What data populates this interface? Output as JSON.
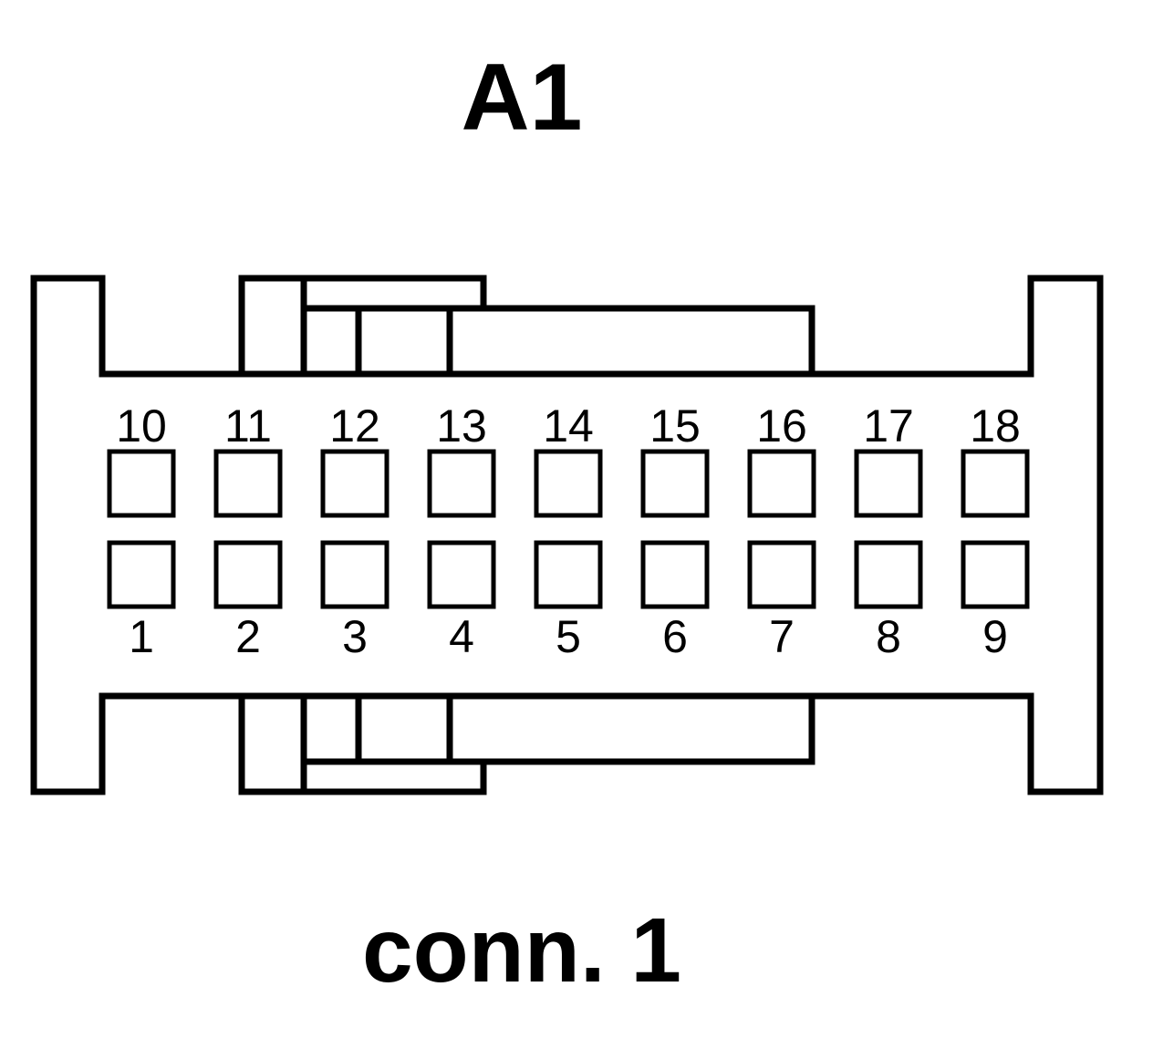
{
  "header": {
    "title": "A1"
  },
  "footer": {
    "caption": "conn. 1"
  },
  "connector": {
    "top_row_pins": [
      "10",
      "11",
      "12",
      "13",
      "14",
      "15",
      "16",
      "17",
      "18"
    ],
    "bottom_row_pins": [
      "1",
      "2",
      "3",
      "4",
      "5",
      "6",
      "7",
      "8",
      "9"
    ]
  },
  "colors": {
    "line": "#000000",
    "background": "#ffffff"
  }
}
